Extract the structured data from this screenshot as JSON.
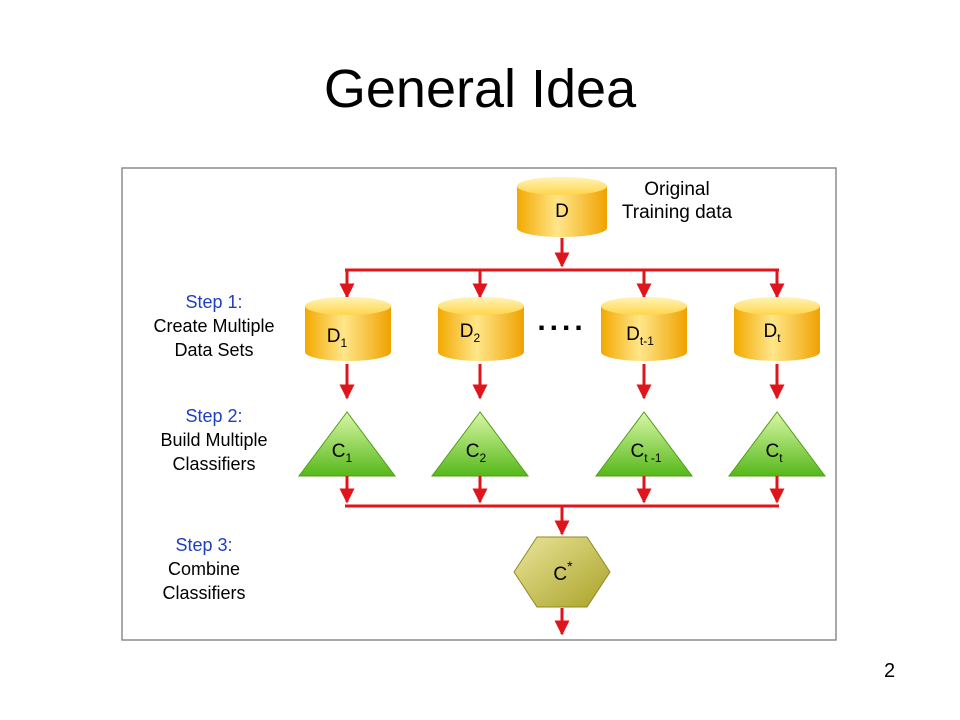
{
  "slide": {
    "title": "General Idea",
    "page_number": "2"
  },
  "diagram": {
    "original": {
      "label": "D",
      "caption_line1": "Original",
      "caption_line2": "Training data"
    },
    "steps": [
      {
        "title": "Step 1:",
        "line1": "Create Multiple",
        "line2": "Data Sets"
      },
      {
        "title": "Step 2:",
        "line1": "Build Multiple",
        "line2": "Classifiers"
      },
      {
        "title": "Step 3:",
        "line1": "Combine",
        "line2": "Classifiers"
      }
    ],
    "datasets": [
      {
        "base": "D",
        "sub": "1"
      },
      {
        "base": "D",
        "sub": "2"
      },
      {
        "base": "D",
        "sub": "t-1"
      },
      {
        "base": "D",
        "sub": "t"
      }
    ],
    "ellipsis": "....",
    "classifiers": [
      {
        "base": "C",
        "sub": "1"
      },
      {
        "base": "C",
        "sub": "2"
      },
      {
        "base": "C",
        "sub": "t -1"
      },
      {
        "base": "C",
        "sub": "t"
      }
    ],
    "combined": {
      "base": "C",
      "sup": "*"
    },
    "colors": {
      "arrow": "#e0151b",
      "step_title": "#1f3fbf",
      "cylinder": "#f5c31c",
      "triangle": "#6fcf1f",
      "hexagon": "#c9c43e"
    }
  }
}
